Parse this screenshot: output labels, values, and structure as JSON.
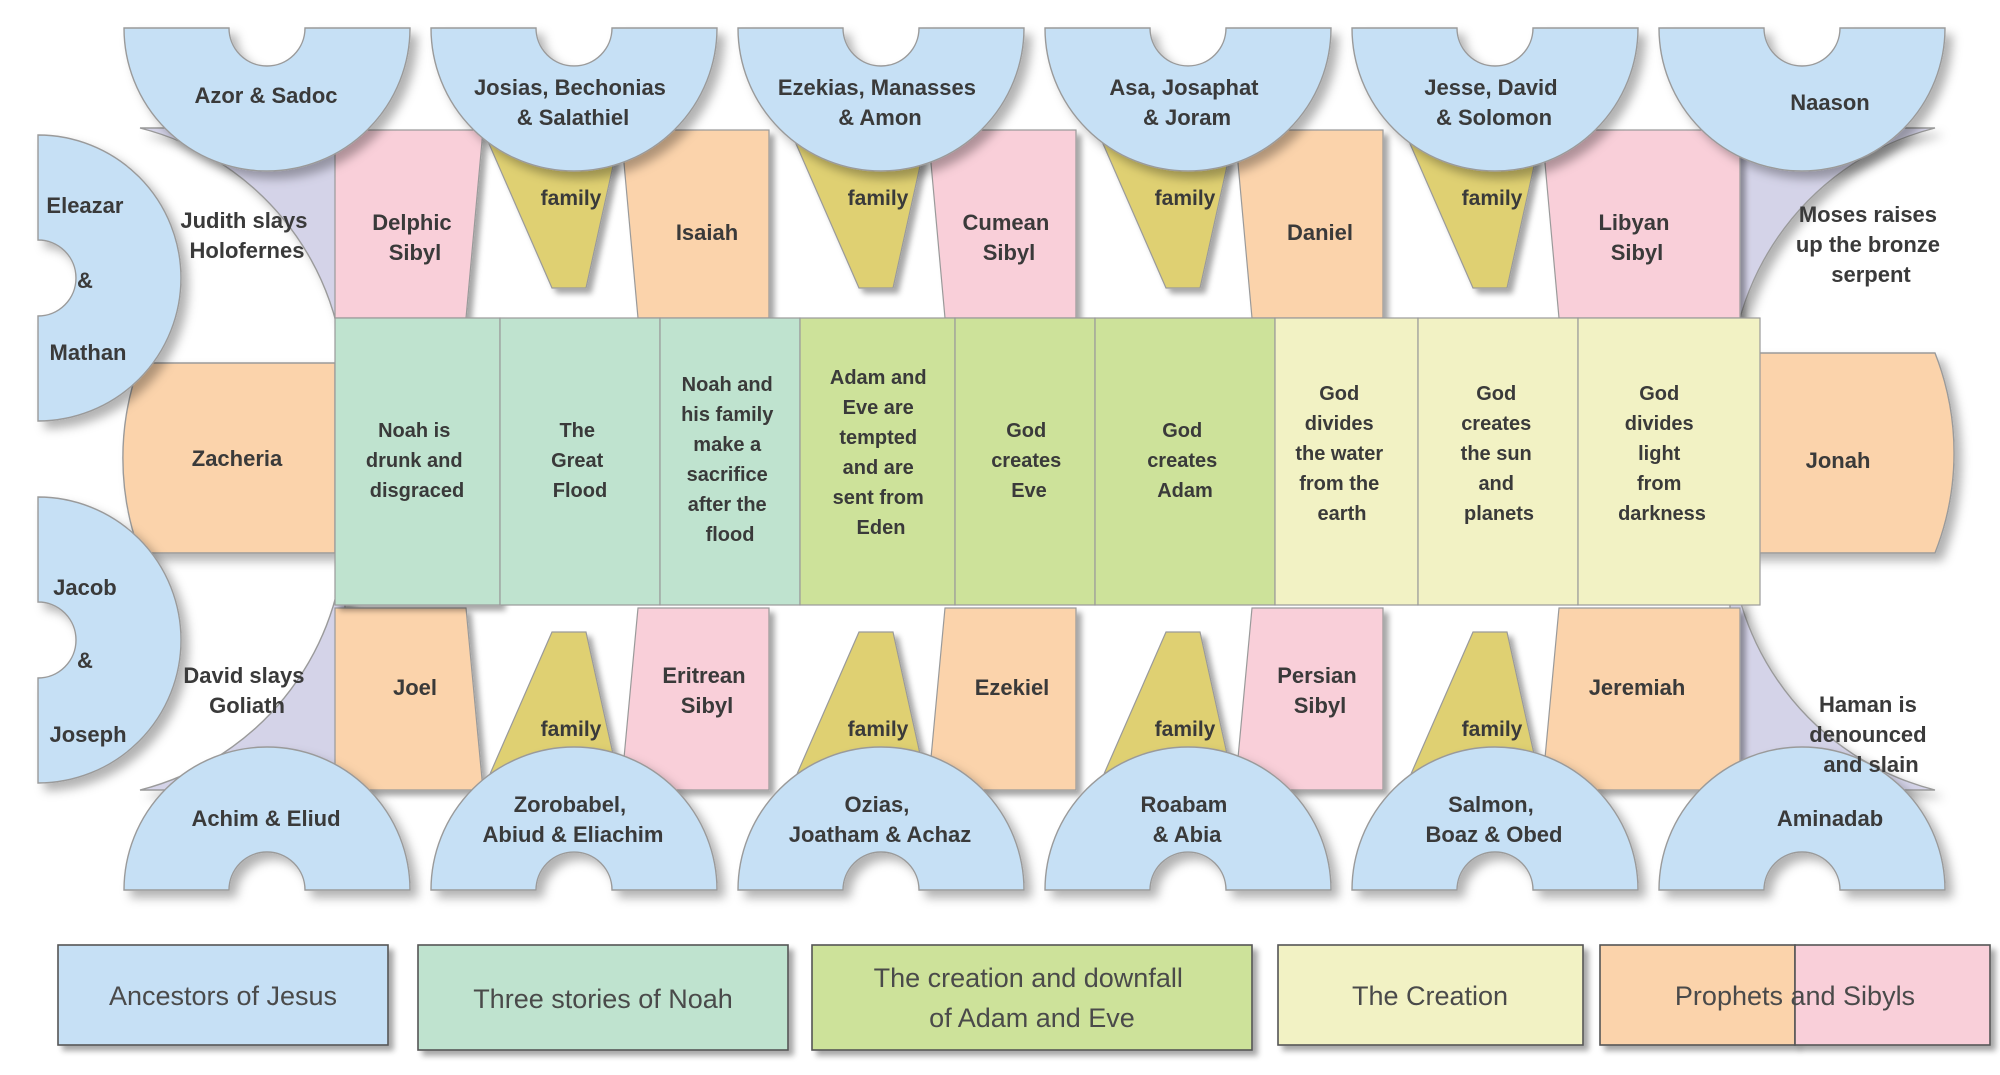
{
  "colors": {
    "ancestors_blue": "#c6e0f5",
    "corner_purple": "#d4d3e8",
    "noah_green": "#bfe3cf",
    "adam_eve_green": "#cde29a",
    "creation_yellow": "#f2f2c4",
    "prophet_orange": "#fbd3ab",
    "sibyl_pink": "#f9cfd9",
    "family_gold": "#dfd072",
    "stroke": "#9a9a9a",
    "text": "#3a3a3a",
    "legend_text": "#4a4a4a"
  },
  "top_lunettes": [
    {
      "label": "Azor & Sadoc"
    },
    {
      "label": "Josias, Bechonias\n& Salathiel"
    },
    {
      "label": "Ezekias, Manasses\n& Amon"
    },
    {
      "label": "Asa, Josaphat\n& Joram"
    },
    {
      "label": "Jesse, David\n& Solomon"
    },
    {
      "label": "Naason"
    }
  ],
  "bottom_lunettes": [
    {
      "label": "Achim & Eliud"
    },
    {
      "label": "Zorobabel,\nAbiud & Eliachim"
    },
    {
      "label": "Ozias,\nJoatham & Achaz"
    },
    {
      "label": "Roabam\n& Abia"
    },
    {
      "label": "Salmon,\nBoaz & Obed"
    },
    {
      "label": "Aminadab"
    }
  ],
  "left_lunettes": [
    {
      "label": "Eleazar\n&\nMathan"
    },
    {
      "label": "Jacob\n&\nJoseph"
    }
  ],
  "corners": [
    {
      "label": "Judith slays\nHolofernes"
    },
    {
      "label": "Moses raises\nup the bronze\nserpent"
    },
    {
      "label": "David slays\nGoliath"
    },
    {
      "label": "Haman is\ndenounced\nand slain"
    }
  ],
  "top_prophets": [
    {
      "label": "Delphic\nSibyl",
      "kind": "sibyl"
    },
    {
      "label": "Isaiah",
      "kind": "prophet"
    },
    {
      "label": "Cumean\nSibyl",
      "kind": "sibyl"
    },
    {
      "label": "Daniel",
      "kind": "prophet"
    },
    {
      "label": "Libyan\nSibyl",
      "kind": "sibyl"
    }
  ],
  "bottom_prophets": [
    {
      "label": "Joel",
      "kind": "prophet"
    },
    {
      "label": "Eritrean\nSibyl",
      "kind": "sibyl"
    },
    {
      "label": "Ezekiel",
      "kind": "prophet"
    },
    {
      "label": "Persian\nSibyl",
      "kind": "sibyl"
    },
    {
      "label": "Jeremiah",
      "kind": "prophet"
    }
  ],
  "side_prophets": [
    {
      "label": "Zacheria",
      "side": "left"
    },
    {
      "label": "Jonah",
      "side": "right"
    }
  ],
  "family_top": [
    "family",
    "family",
    "family",
    "family"
  ],
  "family_bottom": [
    "family",
    "family",
    "family",
    "family"
  ],
  "center_panels": [
    {
      "label": "Noah is\ndrunk and\ndisgraced",
      "group": "noah"
    },
    {
      "label": "The\nGreat\nFlood",
      "group": "noah"
    },
    {
      "label": "Noah and\nhis family\nmake a\nsacrifice\nafter the\nflood",
      "group": "noah"
    },
    {
      "label": "Adam and\nEve are\ntempted\nand are\nsent from\nEden",
      "group": "adam_eve"
    },
    {
      "label": "God\ncreates\nEve",
      "group": "adam_eve"
    },
    {
      "label": "God\ncreates\nAdam",
      "group": "adam_eve"
    },
    {
      "label": "God\ndivides\nthe water\nfrom the\nearth",
      "group": "creation"
    },
    {
      "label": "God\ncreates\nthe sun\nand\nplanets",
      "group": "creation"
    },
    {
      "label": "God\ndivides\nlight\nfrom\ndarkness",
      "group": "creation"
    }
  ],
  "legend": [
    {
      "label": "Ancestors of Jesus",
      "fill": "#c6e0f5",
      "split": false
    },
    {
      "label": "Three stories of Noah",
      "fill": "#bfe3cf",
      "split": false
    },
    {
      "label": "The creation and downfall\nof Adam and Eve",
      "fill": "#cde29a",
      "split": false
    },
    {
      "label": "The Creation",
      "fill": "#f2f2c4",
      "split": false
    },
    {
      "label": "Prophets and Sibyls",
      "fill": "#fbd3ab",
      "fill2": "#f9cfd9",
      "split": true
    }
  ]
}
